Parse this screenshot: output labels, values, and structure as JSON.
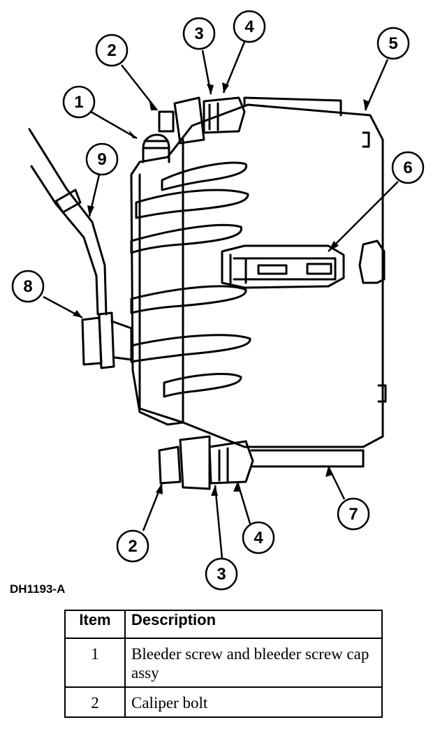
{
  "figure_code": "DH1193-A",
  "callouts": [
    "1",
    "2",
    "3",
    "4",
    "5",
    "6",
    "7",
    "8",
    "9",
    "2",
    "3",
    "4"
  ],
  "legend": {
    "headers": [
      "Item",
      "Description"
    ],
    "rows": [
      {
        "item": "1",
        "description": "Bleeder screw and bleeder screw cap assy"
      },
      {
        "item": "2",
        "description": "Caliper bolt"
      }
    ]
  }
}
